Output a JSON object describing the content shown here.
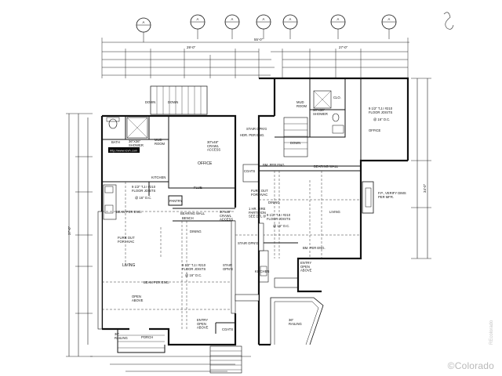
{
  "grid_marker": "A",
  "rooms": {
    "bath_left": "BATH",
    "shower_left": "36\"X36\"\nSHOWER",
    "mud_room_left": "MUD\nROOM",
    "website": "http://www.lcvh.com",
    "kitchen_left": "KITCHEN",
    "office_left": "OFFICE",
    "crawl_access": "30\"x48\"\nCRAWL\nACCESS",
    "pantry": "PANTRY",
    "flue": "FLUE",
    "bearing_wall_left": "BEARING WALL",
    "bench": "BENCH",
    "dining_left": "DINING",
    "furr_left": "FURR OUT\nFOR HVAC",
    "living_left": "LIVING",
    "beam_per_eng_left": "BEAM PER ENG.",
    "open_above_left": "OPEN\nABOVE",
    "entry_left": "ENTRY\nOPEN\nABOVE",
    "coats_left": "COATS",
    "porch": "PORCH",
    "railing_left": "36\"\nRAILING",
    "stair_left": "STAIR\nOPN'G",
    "mud_room_right": "MUD\nROOM",
    "shower_right": "36\"X36\"\nSHOWER",
    "clo": "CLO.",
    "office_right": "OFFICE",
    "hdr_per_eng": "HDR. PER ENG.",
    "stair_opng_right": "STAIR OPN'G",
    "down": "DOWN",
    "bm_per_eng": "BM. PER ENG.",
    "bearing_wall_right": "BEARING WALL",
    "coats_right": "COATS",
    "furr_right": "FURR OUT\nFOR HVAC",
    "dining_right": "DINING",
    "living_right": "LIVING",
    "fp": "F.P., VERIFY DIMS\nPER MFR.",
    "fire_partition": "1 HR. FIRE\nPARTITION\nSEE DTL 8/",
    "crawl_right": "30\"x48\"\nCRAWL\nACCESS",
    "stair_opng_mid": "STAIR OPN'G",
    "kitchen_right": "KITCHEN",
    "entry_right": "ENTRY\nOPEN\nABOVE",
    "railing_right": "36\"\nRAILING",
    "bm_per_eng_right": "BM. PER ENG."
  },
  "joist_notes": {
    "left_top": "9 1/2\" T.J.I #210\nFLOOR JOISTS",
    "left_oc": "@ 16\" O.C.",
    "mid": "9 1/2\" T.J.I #210\nFLOOR JOISTS",
    "mid_oc": "@ 16\" O.C.",
    "right_top": "9 1/2\" T.J.I #210\nFLOOR JOISTS",
    "right_oc": "@ 16\" O.C.",
    "right_mid": "9 1/2\" T.J.I #210\nFLOOR JOISTS",
    "right_mid_oc": "@ 16\" O.C."
  },
  "dimensions": {
    "top_total": "55'-0\"",
    "top_left": "29'-0\"",
    "top_right": "27'-0\"",
    "left_total": "37'-0\"",
    "right_total": "34'-0\""
  },
  "watermark": "©Colorado",
  "side_tag": "REcolorado"
}
